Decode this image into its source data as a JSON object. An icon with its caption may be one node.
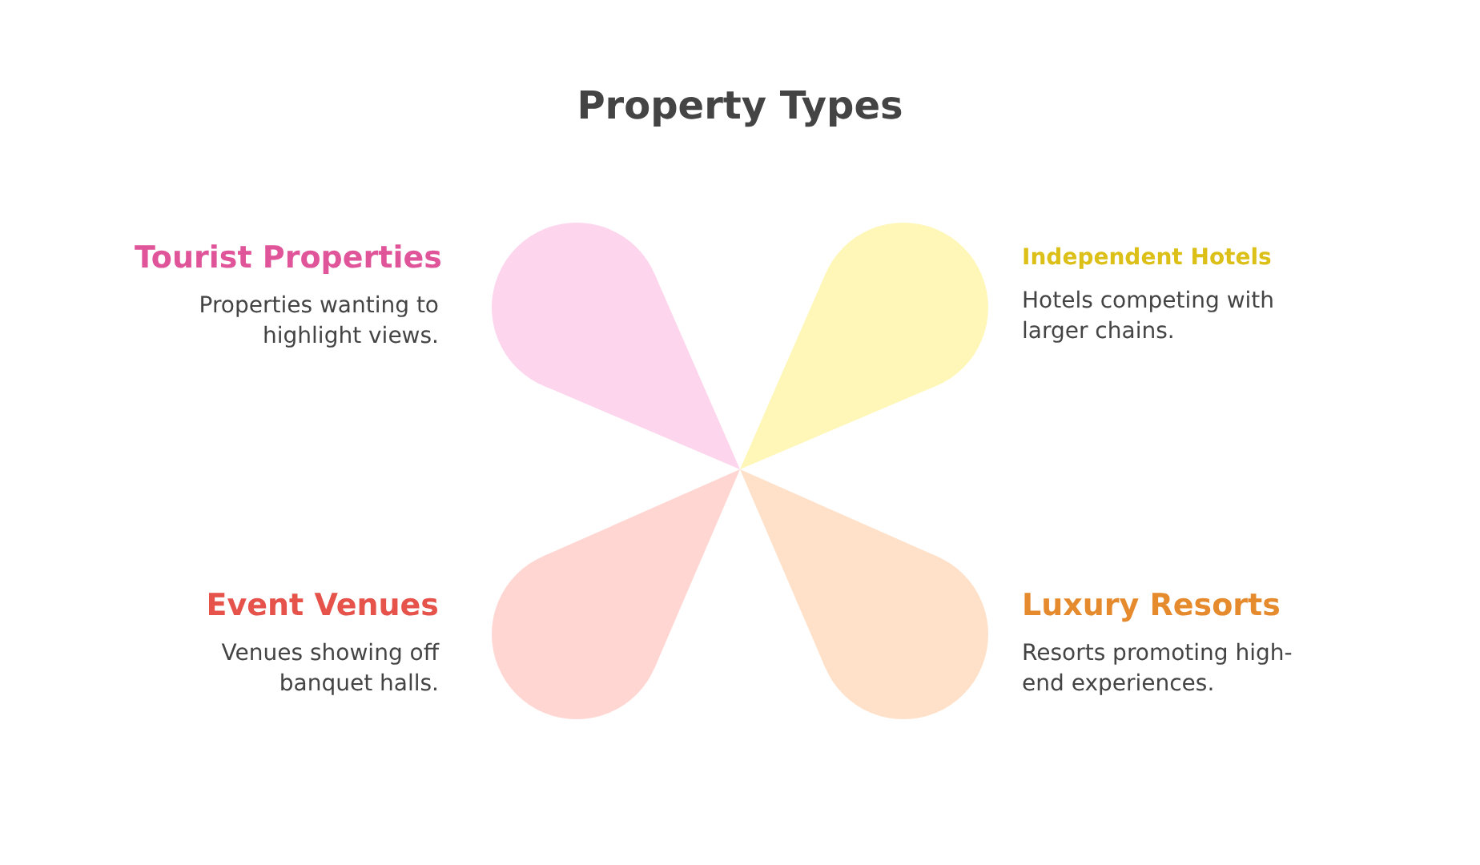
{
  "diagram": {
    "title": "Property Types",
    "nodes": [
      {
        "text": [
          "Tourist Properties",
          "Properties wanting to highlight views."
        ]
      },
      {
        "text": [
          "Independent Hotels",
          "Hotels competing with larger chains."
        ]
      },
      {
        "text": [
          "Event Venues",
          "Venues showing off banquet halls."
        ]
      },
      {
        "text": [
          "Luxury Resorts",
          "Resorts promoting high-end experiences."
        ]
      }
    ]
  }
}
